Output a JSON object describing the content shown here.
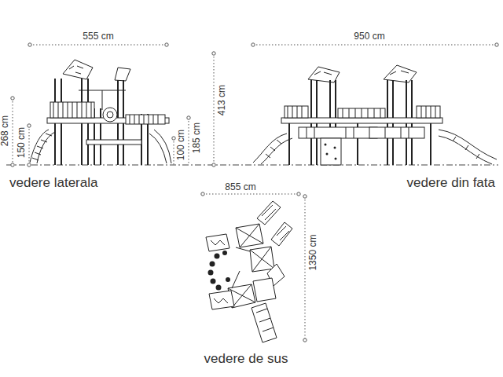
{
  "diagram": {
    "labels": [
      "555 cm",
      "950 cm",
      "268 cm",
      "150 cm",
      "413 cm",
      "185 cm",
      "100 cm",
      "vedere laterala",
      "vedere din fata",
      "855 cm",
      "1350 cm",
      "vedere de sus"
    ]
  }
}
